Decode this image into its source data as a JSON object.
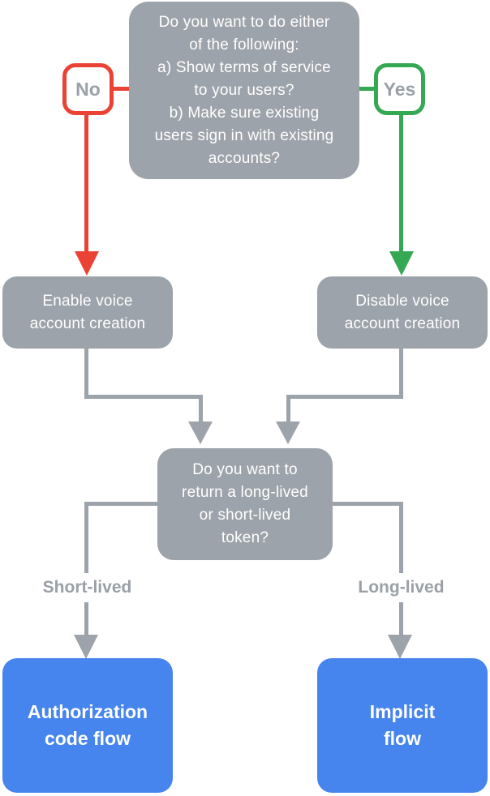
{
  "diagram": {
    "type": "flowchart",
    "colors": {
      "node_gray": "#9da3aa",
      "terminal_blue": "#4684ee",
      "no_red": "#ea4335",
      "yes_green": "#34a853",
      "label_text_gray": "#9aa0a6",
      "node_text": "#ffffff",
      "chip_background": "#ffffff"
    },
    "nodes": {
      "top_question": {
        "text": "Do you want to do either\nof the following:\na) Show terms of service\nto your users?\nb) Make sure existing\nusers sign in with existing\naccounts?"
      },
      "no_badge": {
        "label": "No"
      },
      "yes_badge": {
        "label": "Yes"
      },
      "enable_box": {
        "text": "Enable voice\naccount creation"
      },
      "disable_box": {
        "text": "Disable voice\naccount creation"
      },
      "token_question": {
        "text": "Do you want to\nreturn a long-lived\nor short-lived\ntoken?"
      },
      "short_lived_label": {
        "text": "Short-lived"
      },
      "long_lived_label": {
        "text": "Long-lived"
      },
      "auth_code_box": {
        "text": "Authorization\ncode flow"
      },
      "implicit_box": {
        "text": "Implicit\nflow"
      }
    }
  }
}
